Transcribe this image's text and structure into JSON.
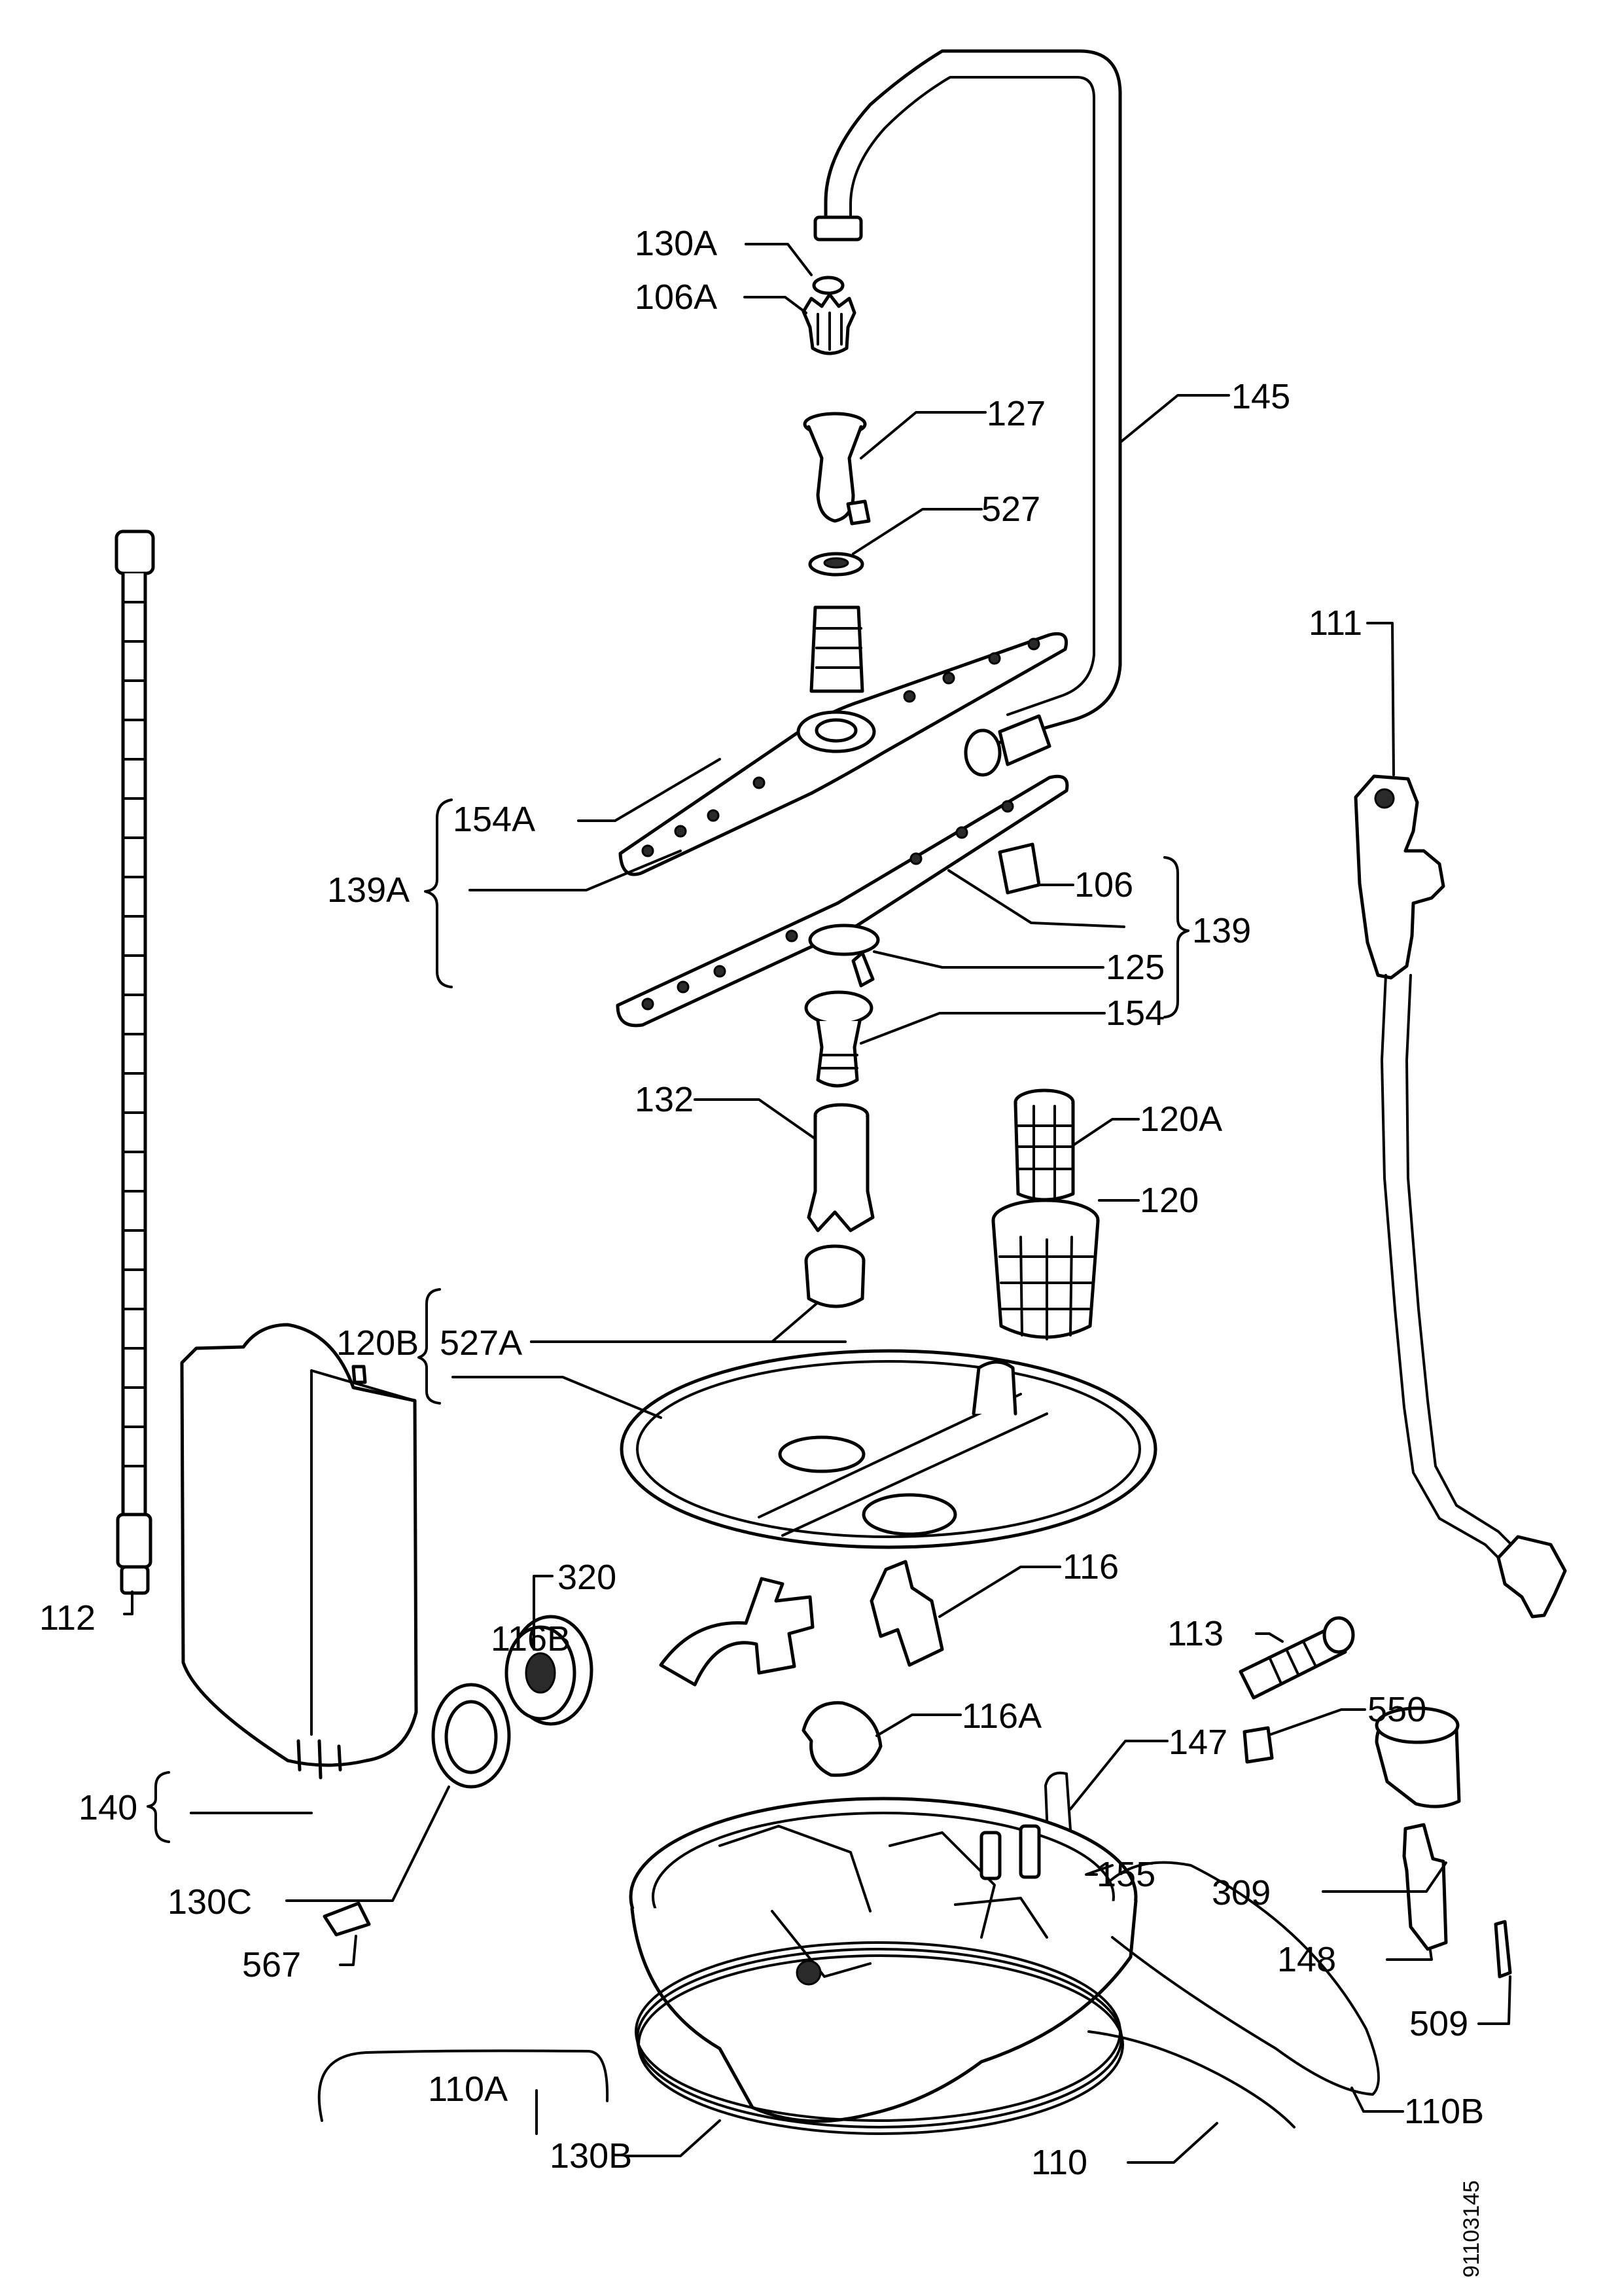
{
  "labels": {
    "l130A": "130A",
    "l106A": "106A",
    "l127": "127",
    "l145": "145",
    "l527": "527",
    "l111": "111",
    "l154A": "154A",
    "l139A": "139A",
    "l106": "106",
    "l139": "139",
    "l125": "125",
    "l154": "154",
    "l132": "132",
    "l120A": "120A",
    "l120": "120",
    "l120B": "120B",
    "l527A": "527A",
    "l112": "112",
    "l320": "320",
    "l116B": "116B",
    "l116": "116",
    "l113": "113",
    "l116A": "116A",
    "l550": "550",
    "l147": "147",
    "l140": "140",
    "l130C": "130C",
    "l309": "309",
    "l155": "155",
    "l567": "567",
    "l148": "148",
    "l509": "509",
    "l110A": "110A",
    "l110B": "110B",
    "l130B": "130B",
    "l110": "110"
  },
  "document_id": "91103145"
}
